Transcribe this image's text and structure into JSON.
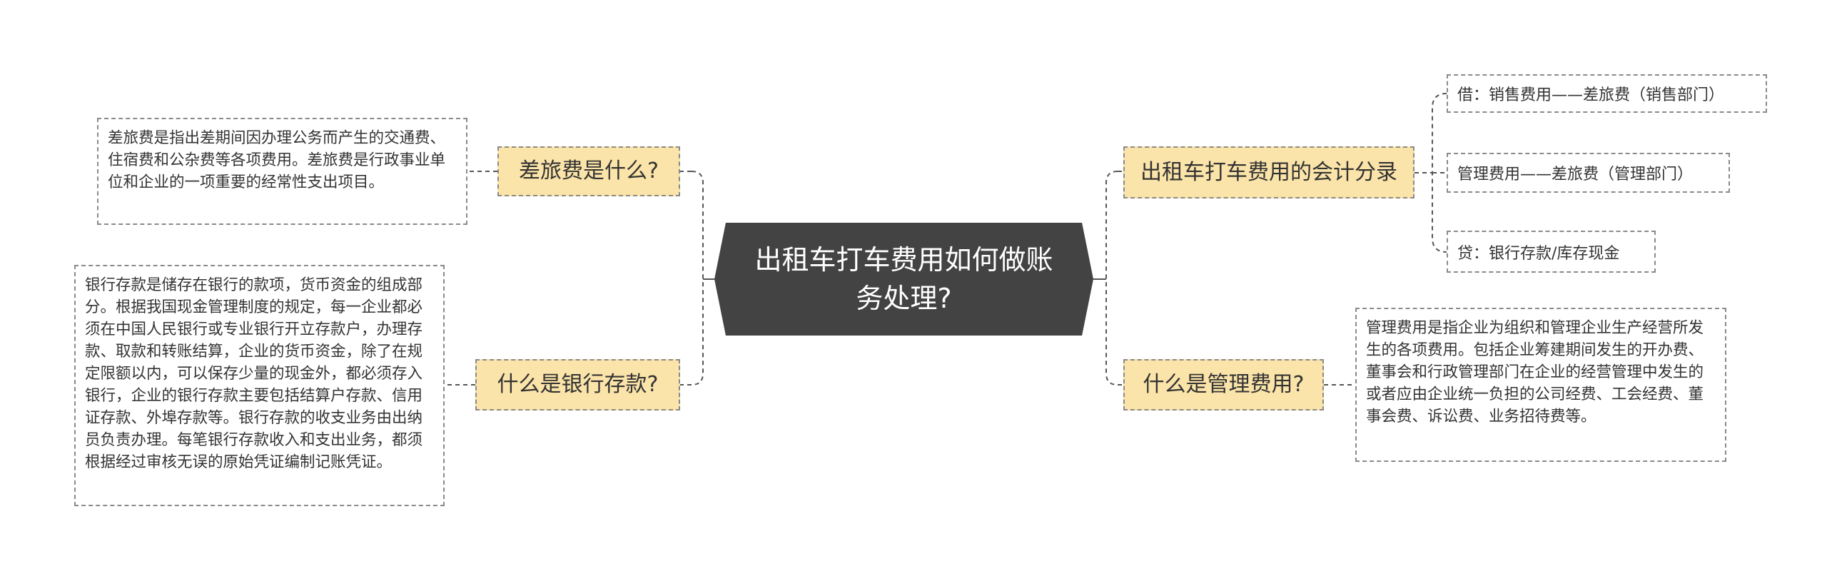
{
  "root": {
    "text": "出租车打车费用如何做账务处理?"
  },
  "left": [
    {
      "topic": "差旅费是什么?",
      "note": "差旅费是指出差期间因办理公务而产生的交通费、住宿费和公杂费等各项费用。差旅费是行政事业单位和企业的一项重要的经常性支出项目。"
    },
    {
      "topic": "什么是银行存款?",
      "note": "银行存款是储存在银行的款项，货币资金的组成部分。根据我国现金管理制度的规定，每一企业都必须在中国人民银行或专业银行开立存款户，办理存款、取款和转账结算，企业的货币资金，除了在规定限额以内，可以保存少量的现金外，都必须存入银行，企业的银行存款主要包括结算户存款、信用证存款、外埠存款等。银行存款的收支业务由出纳员负责办理。每笔银行存款收入和支出业务，都须根据经过审核无误的原始凭证编制记账凭证。"
    }
  ],
  "right": [
    {
      "topic": "出租车打车费用的会计分录",
      "items": [
        "借：销售费用——差旅费（销售部门）",
        "管理费用——差旅费（管理部门）",
        "贷：银行存款/库存现金"
      ]
    },
    {
      "topic": "什么是管理费用?",
      "note": "管理费用是指企业为组织和管理企业生产经营所发生的各项费用。包括企业筹建期间发生的开办费、董事会和行政管理部门在企业的经营管理中发生的或者应由企业统一负担的公司经费、工会经费、董事会费、诉讼费、业务招待费等。"
    }
  ]
}
